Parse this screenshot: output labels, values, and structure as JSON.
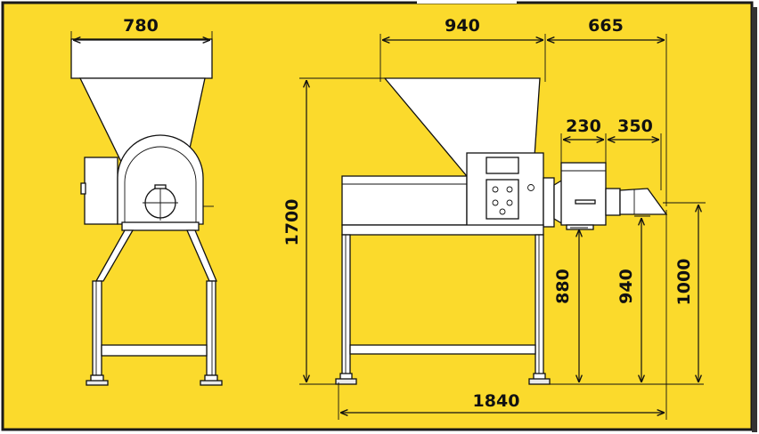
{
  "colors": {
    "background": "#fbda2c",
    "frame": "#1a1a1a",
    "line": "#111111",
    "machine": "#ffffff"
  },
  "dimensions": {
    "front_width": "780",
    "hopper_width": "940",
    "outlet_length": "665",
    "module_width": "230",
    "nozzle_length": "350",
    "total_height": "1700",
    "outlet_height_880": "880",
    "outlet_height_940": "940",
    "outlet_height_1000": "1000",
    "total_length": "1840"
  }
}
